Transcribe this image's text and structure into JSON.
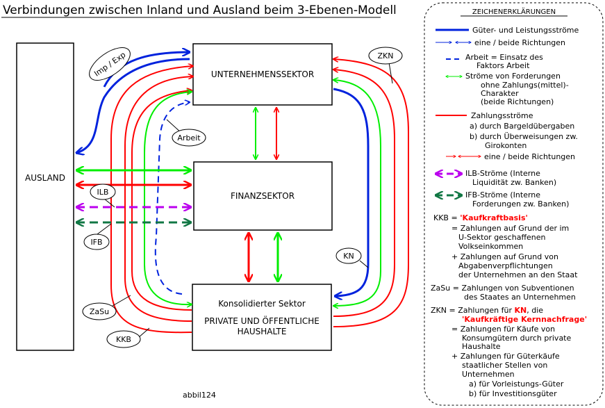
{
  "title": "Verbindungen zwischen Inland und Ausland beim 3-Ebenen-Modell",
  "boxes": {
    "ausland": "AUSLAND",
    "unternehmen": "UNTERNEHMENSSEKTOR",
    "finanz": "FINANZSEKTOR",
    "haushalte_line1": "Konsolidierter Sektor",
    "haushalte_line2": "PRIVATE UND ÖFFENTLICHE",
    "haushalte_line3": "HAUSHALTE"
  },
  "labels": {
    "imp_exp": "Imp / Exp",
    "arbeit": "Arbeit",
    "ilb": "ILB",
    "ifb": "IFB",
    "zasu": "ZaSu",
    "kkb": "KKB",
    "zkn": "ZKN",
    "kn": "KN",
    "footer": "abbil124"
  },
  "legend": {
    "heading": "ZEICHENERKLÄRUNGEN",
    "goods_1": "Güter- und Leistungsströme",
    "goods_2": "eine / beide Richtungen",
    "arbeit_1": "Arbeit = Einsatz des",
    "arbeit_2": "Faktors Arbeit",
    "ford_1": "Ströme von Forderungen",
    "ford_2": "ohne Zahlungs(mittel)-",
    "ford_3": "Charakter",
    "ford_4": "(beide Richtungen)",
    "pay_1": "Zahlungsströme",
    "pay_2": "a) durch Bargeldübergaben",
    "pay_3": "b) durch Überweisungen zw.",
    "pay_4": "Girokonten",
    "pay_5": "eine / beide Richtungen",
    "ilb_1": "ILB-Ströme (Interne",
    "ilb_2": "Liquidität zw. Banken)",
    "ifb_1": "IFB-Ströme (Interne",
    "ifb_2": "Forderungen zw. Banken)",
    "kkb_prefix": "KKB =",
    "kkb_name": "'Kaufkraftbasis'",
    "kkb_1": "= Zahlungen auf Grund der im",
    "kkb_2": "U-Sektor geschaffenen",
    "kkb_3": "Volkseinkommen",
    "kkb_4": "+ Zahlungen auf Grund von",
    "kkb_5": "Abgabenverpflichtungen",
    "kkb_6": "der Unternehmen an den Staat",
    "zasu_1": "ZaSu = Zahlungen von Subventionen",
    "zasu_2": "des Staates an Unternehmen",
    "zkn_prefix": "ZKN = Zahlungen für",
    "zkn_kn": "KN",
    "zkn_die": ", die",
    "zkn_name": "'Kaufkräftige Kernnachfrage'",
    "zkn_1": "= Zahlungen für Käufe von",
    "zkn_2": "Konsumgütern durch private",
    "zkn_3": "Haushalte",
    "zkn_4": "+ Zahlungen für Güterkäufe",
    "zkn_5": "staatlicher Stellen von",
    "zkn_6": "Unternehmen",
    "zkn_7": "a) für Vorleistungs-Güter",
    "zkn_8": "b) für Investitionsgüter"
  },
  "colors": {
    "goods": "#0022dd",
    "payment": "#ff0000",
    "claims": "#00ee00",
    "ilb": "#bb00ee",
    "ifb": "#117744"
  }
}
